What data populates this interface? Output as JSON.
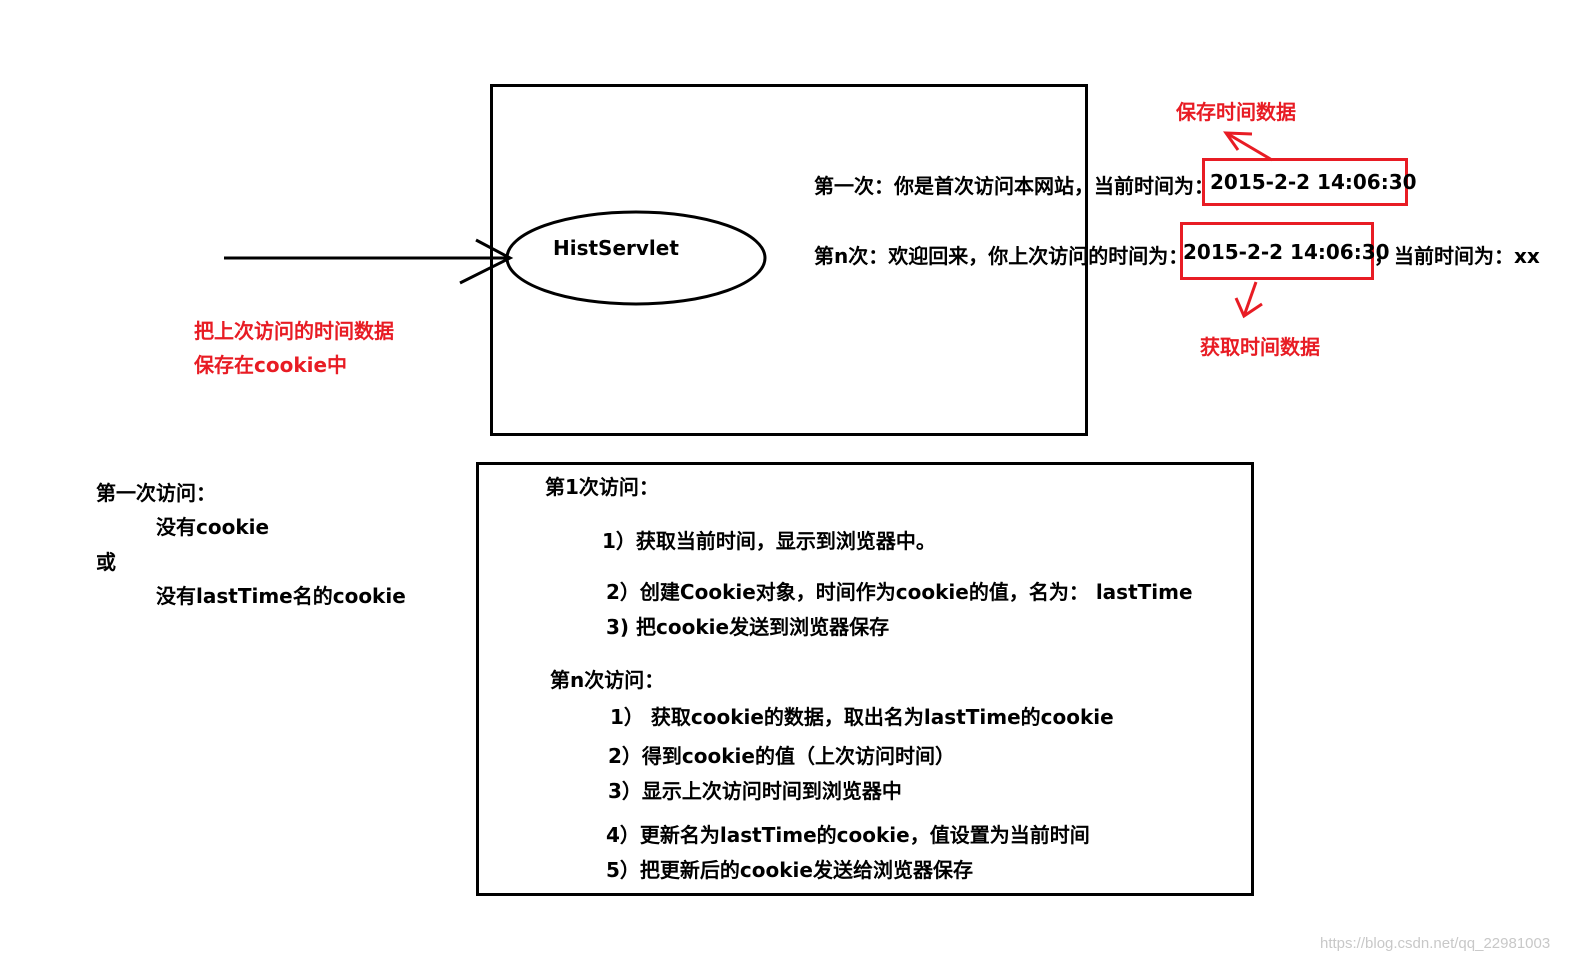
{
  "top": {
    "servlet_label": "HistServlet",
    "first_visit_msg": "第一次：你是首次访问本网站，当前时间为：",
    "first_visit_time": "2015-2-2 14:06:30",
    "nth_visit_msg": "第n次：欢迎回来，你上次访问的时间为：",
    "nth_visit_time": "2015-2-2 14:06:30",
    "nth_visit_suffix": "，当前时间为：xx",
    "save_note": "保存时间数据",
    "get_note": "获取时间数据",
    "cookie_note_line1": "把上次访问的时间数据",
    "cookie_note_line2": "保存在cookie中"
  },
  "left": {
    "title": "第一次访问：",
    "line1": "没有cookie",
    "or": "或",
    "line2": "没有lastTime名的cookie"
  },
  "steps": {
    "first_title": "第1次访问：",
    "first_items": [
      "1）获取当前时间，显示到浏览器中。",
      "2）创建Cookie对象，时间作为cookie的值，名为： lastTime",
      "3)  把cookie发送到浏览器保存"
    ],
    "nth_title": "第n次访问：",
    "nth_items": [
      "1）   获取cookie的数据，取出名为lastTime的cookie",
      "2）得到cookie的值（上次访问时间）",
      "3）显示上次访问时间到浏览器中",
      "4）更新名为lastTime的cookie，值设置为当前时间",
      "5）把更新后的cookie发送给浏览器保存"
    ]
  },
  "watermark": "https://blog.csdn.net/qq_22981003",
  "colors": {
    "accent_red": "#e81c24",
    "line": "#000000"
  }
}
